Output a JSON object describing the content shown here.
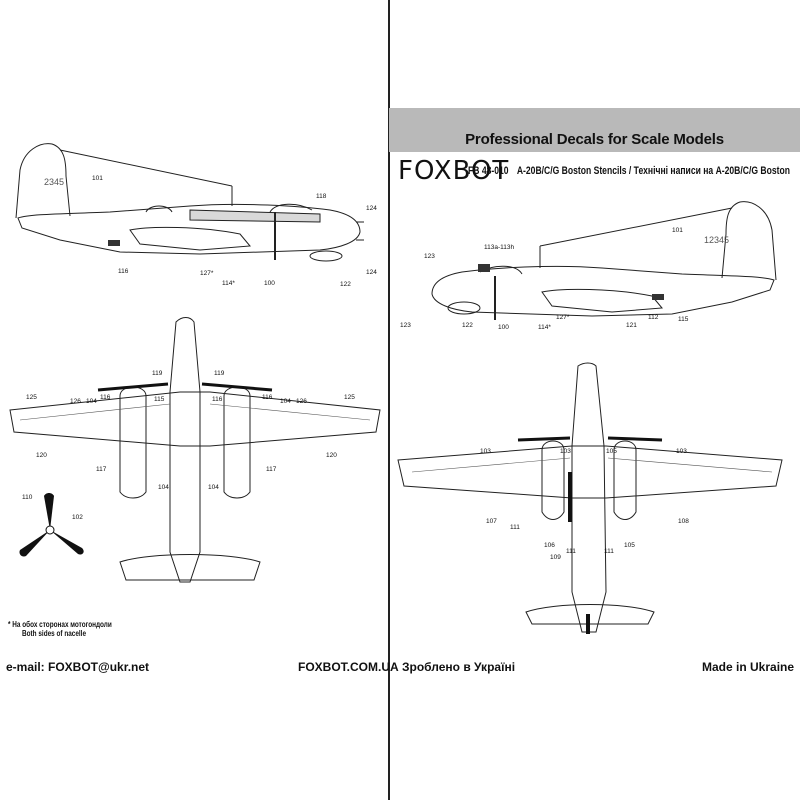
{
  "header": {
    "tagline": "Professional Decals for Scale Models",
    "logo": "FOXBOT",
    "product_code": "FB 48-010",
    "product_title": "A-20B/C/G Boston Stencils / Технічні написи на A-20B/C/G Boston"
  },
  "notes": {
    "line1": "* На обох сторонах мотогондоли",
    "line2": "Both sides of nacelle"
  },
  "footer": {
    "email": "e-mail: FOXBOT@ukr.net",
    "website": "FOXBOT.COM.UA",
    "made_ua": "Зроблено в Україні",
    "made_en": "Made in Ukraine"
  },
  "colors": {
    "banner": "#b9b9b9",
    "ink": "#111111",
    "paper": "#ffffff"
  },
  "callouts": {
    "left_side": [
      "101",
      "118",
      "124",
      "124",
      "116",
      "127*",
      "114*",
      "100",
      "122"
    ],
    "left_side_serial": "2345",
    "left_top": [
      "119",
      "119",
      "125",
      "126",
      "104",
      "116",
      "115",
      "116",
      "116",
      "104",
      "126",
      "125",
      "120",
      "117",
      "104",
      "104",
      "117",
      "120"
    ],
    "propeller": [
      "110",
      "102"
    ],
    "right_side": [
      "123",
      "113a-113h",
      "101",
      "123",
      "122",
      "100",
      "114*",
      "127*",
      "121",
      "112",
      "115"
    ],
    "right_side_serial": "12345",
    "right_bottom": [
      "103",
      "103",
      "105",
      "103",
      "107",
      "111",
      "106",
      "109",
      "111",
      "111",
      "105",
      "108"
    ]
  }
}
